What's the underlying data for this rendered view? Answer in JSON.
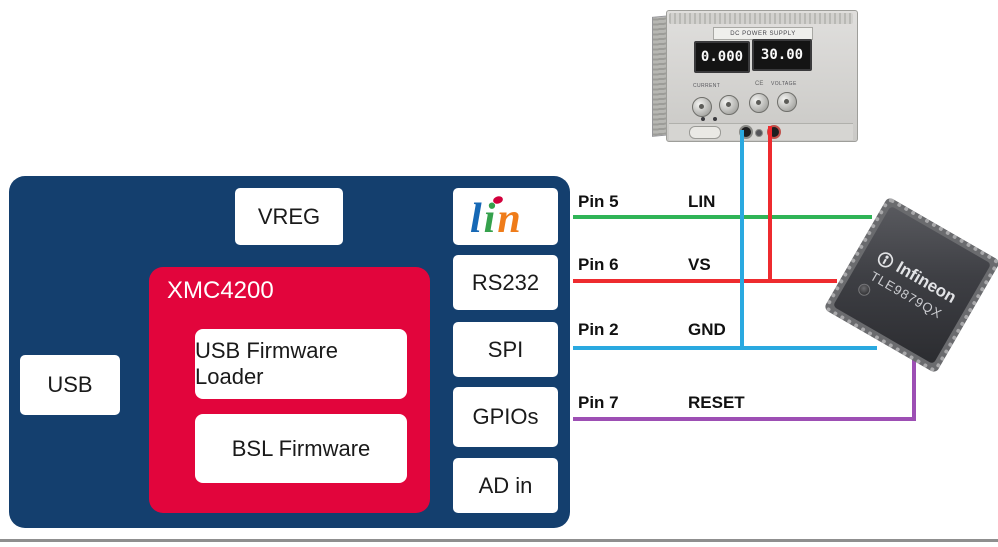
{
  "board": {
    "usb": "USB",
    "vreg": "VREG",
    "mcu": {
      "title": "XMC4200",
      "block1": "USB Firmware Loader",
      "block2": "BSL Firmware"
    },
    "io": {
      "rs232": "RS232",
      "spi": "SPI",
      "gpios": "GPIOs",
      "adin": "AD in"
    },
    "lin": {
      "l": "l",
      "i": "i",
      "n": "n"
    }
  },
  "connections": [
    {
      "pin": "Pin 5",
      "signal": "LIN",
      "color": "#2fb457"
    },
    {
      "pin": "Pin 6",
      "signal": "VS",
      "color": "#ee2b2f"
    },
    {
      "pin": "Pin 2",
      "signal": "GND",
      "color": "#2aa9e0"
    },
    {
      "pin": "Pin 7",
      "signal": "RESET",
      "color": "#9d4fb4"
    }
  ],
  "power_supply": {
    "label": "DC POWER SUPPLY",
    "current_value": "0.000",
    "voltage_value": "30.00",
    "current_label": "CURRENT",
    "voltage_label": "VOLTAGE",
    "ce_mark": "CE"
  },
  "chip": {
    "brand": "Infineon",
    "part": "TLE9879QX"
  },
  "colors": {
    "board": "#143f6e",
    "mcu": "#e2053c",
    "wire_blue": "#2aa9e0",
    "wire_red": "#ee2b2f",
    "wire_purple": "#9d4fb4"
  }
}
